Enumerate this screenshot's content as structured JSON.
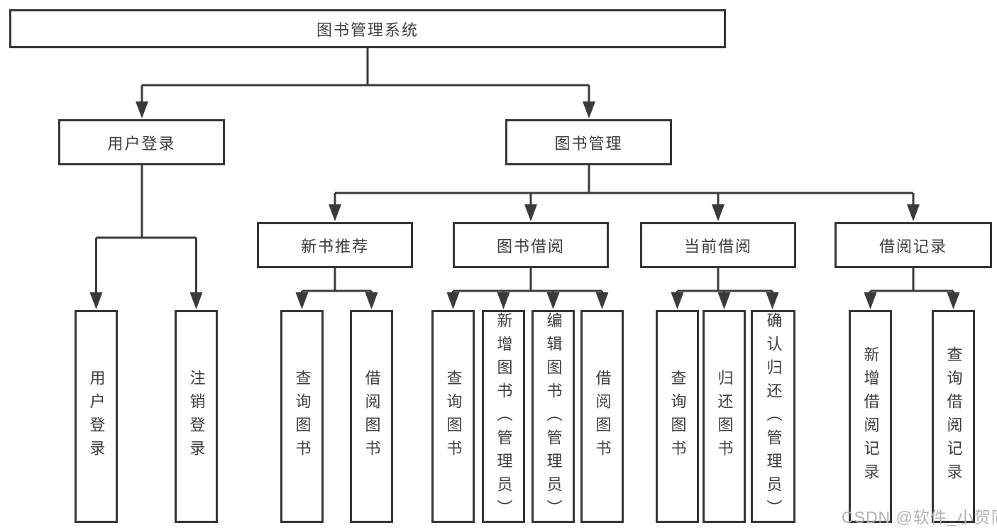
{
  "diagram": {
    "type": "hierarchy-tree",
    "nodes": {
      "root": "图书管理系统",
      "user_login": "用户登录",
      "book_mgmt": "图书管理",
      "user_login_leaf": "用户登录",
      "logout_leaf": "注销登录",
      "new_book_rec": "新书推荐",
      "book_borrow": "图书借阅",
      "current_borrow": "当前借阅",
      "borrow_records": "借阅记录",
      "rec_query": "查询图书",
      "rec_borrow": "借阅图书",
      "bb_query": "查询图书",
      "bb_add": "新增图书（管理员）",
      "bb_edit": "编辑图书（管理员）",
      "bb_borrow": "借阅图书",
      "cb_query": "查询图书",
      "cb_return": "归还图书",
      "cb_confirm": "确认归还（管理员）",
      "br_add": "新增借阅记录",
      "br_query": "查询借阅记录"
    },
    "edges": [
      [
        "root",
        "user_login"
      ],
      [
        "root",
        "book_mgmt"
      ],
      [
        "user_login",
        "user_login_leaf"
      ],
      [
        "user_login",
        "logout_leaf"
      ],
      [
        "book_mgmt",
        "new_book_rec"
      ],
      [
        "book_mgmt",
        "book_borrow"
      ],
      [
        "book_mgmt",
        "current_borrow"
      ],
      [
        "book_mgmt",
        "borrow_records"
      ],
      [
        "new_book_rec",
        "rec_query"
      ],
      [
        "new_book_rec",
        "rec_borrow"
      ],
      [
        "book_borrow",
        "bb_query"
      ],
      [
        "book_borrow",
        "bb_add"
      ],
      [
        "book_borrow",
        "bb_edit"
      ],
      [
        "book_borrow",
        "bb_borrow"
      ],
      [
        "current_borrow",
        "cb_query"
      ],
      [
        "current_borrow",
        "cb_return"
      ],
      [
        "current_borrow",
        "cb_confirm"
      ],
      [
        "borrow_records",
        "br_add"
      ],
      [
        "borrow_records",
        "br_query"
      ]
    ]
  },
  "watermark": {
    "text": "CSDN @软件_小贺同学"
  },
  "colors": {
    "line": "#3a3a3a",
    "border": "#363636",
    "text": "#3d3d3d",
    "watermark": "#b2b2b2",
    "background": "#ffffff"
  }
}
